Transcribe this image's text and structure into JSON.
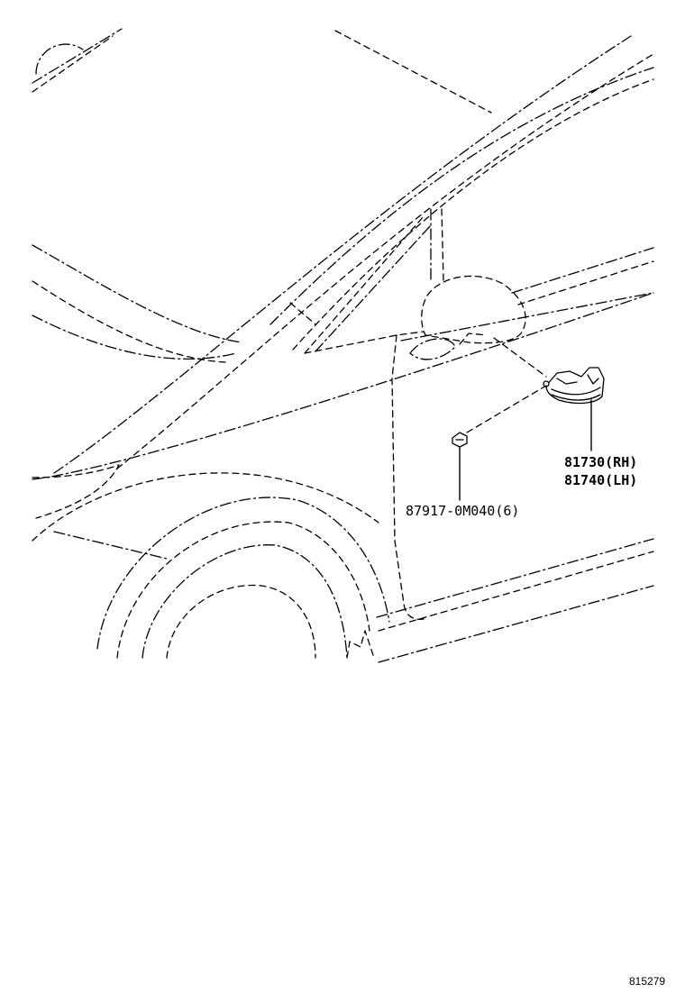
{
  "callouts": {
    "rh_part": "81730(RH)",
    "lh_part": "81740(LH)",
    "screw_part": "87917-0M040(6)"
  },
  "diagram_id": "815279"
}
